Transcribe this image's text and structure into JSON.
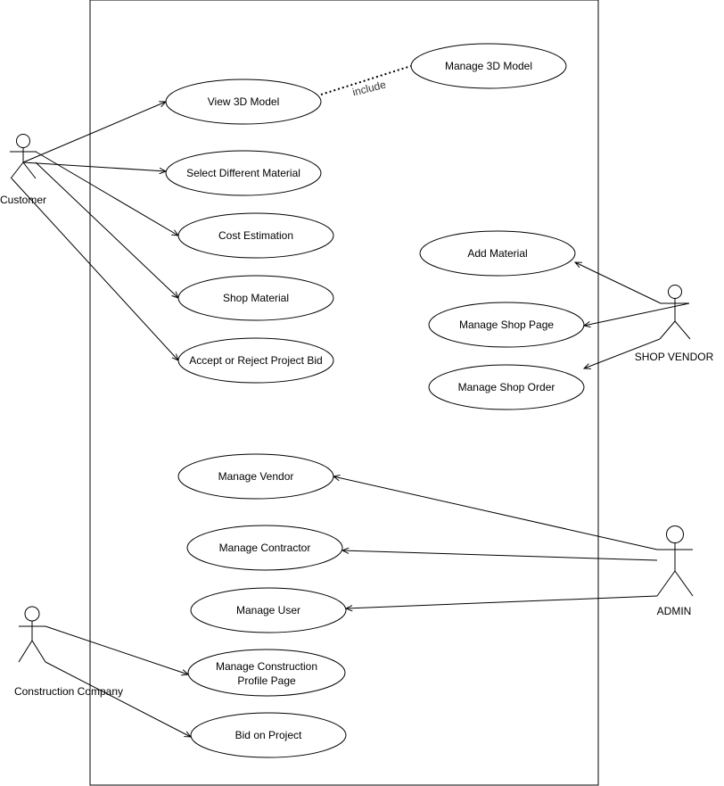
{
  "colors": {
    "stroke": "#000000",
    "background": "#ffffff",
    "text": "#000000"
  },
  "actors": {
    "customer": "Customer",
    "shop_vendor": "SHOP VENDOR",
    "admin": "ADMIN",
    "construction_company": "Construction Company"
  },
  "use_cases": {
    "view_3d_model": "View 3D Model",
    "manage_3d_model": "Manage 3D Model",
    "select_different_material": "Select Different Material",
    "cost_estimation": "Cost Estimation",
    "shop_material": "Shop Material",
    "accept_reject_bid": "Accept or Reject Project Bid",
    "add_material": "Add Material",
    "manage_shop_page": "Manage Shop Page",
    "manage_shop_order": "Manage Shop Order",
    "manage_vendor": "Manage Vendor",
    "manage_contractor": "Manage Contractor",
    "manage_user": "Manage User",
    "manage_construction_profile_line1": "Manage Construction",
    "manage_construction_profile_line2": "Profile Page",
    "bid_on_project": "Bid on Project"
  },
  "relationships": {
    "include_label": "include"
  }
}
